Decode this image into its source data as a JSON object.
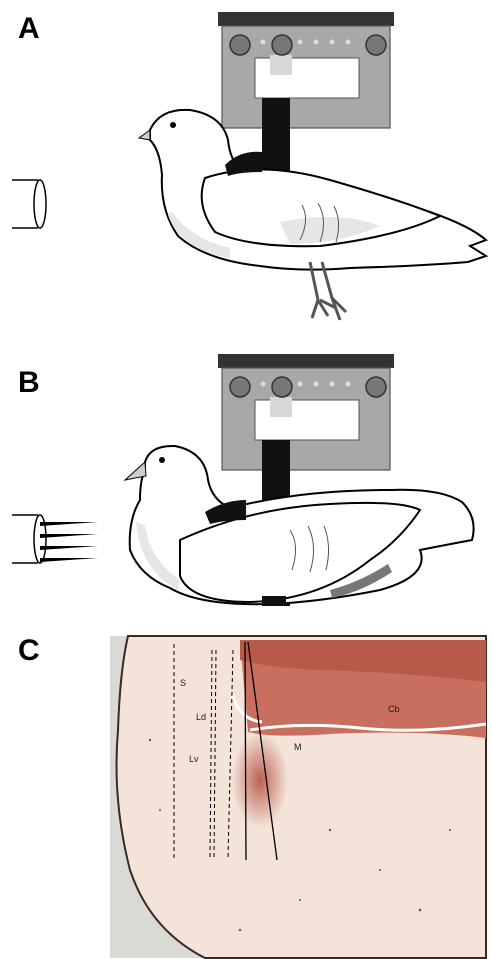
{
  "panels": {
    "a": {
      "letter": "A"
    },
    "b": {
      "letter": "B"
    },
    "c": {
      "letter": "C",
      "regions": [
        "S",
        "Ld",
        "Lv",
        "Cb",
        "M"
      ]
    }
  },
  "colors": {
    "apparatus_gray": "#a8a8a8",
    "apparatus_dark": "#333333",
    "bird_shade": "#e6e6e6",
    "tissue_background": "#f3e3d8",
    "tissue_stain": "#b54a3c",
    "slide_background": "#d9d9d6"
  },
  "icons": [
    "pigeon-illustration",
    "air-nozzle-icon",
    "air-puff-icon",
    "head-holder-apparatus",
    "brain-section-micrograph"
  ]
}
